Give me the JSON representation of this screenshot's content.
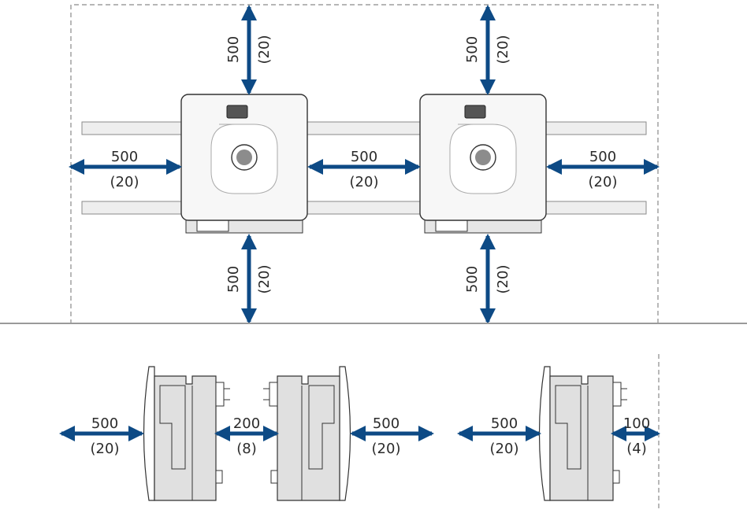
{
  "colors": {
    "arrow": "#0d4a85",
    "housing": "#f7f7f7",
    "housing_stroke": "#333333",
    "side_fill": "#e0e0e0",
    "rail": "#eeeeee",
    "dashed": "#8a8a8a",
    "floor": "#9a9a9a"
  },
  "top_view": {
    "clearances": [
      {
        "value": "500",
        "inch": "(20)"
      },
      {
        "value": "500",
        "inch": "(20)"
      },
      {
        "value": "500",
        "inch": "(20)"
      },
      {
        "value": "500",
        "inch": "(20)"
      },
      {
        "value": "500",
        "inch": "(20)"
      },
      {
        "value": "500",
        "inch": "(20)"
      },
      {
        "value": "500",
        "inch": "(20)"
      }
    ]
  },
  "side_view": {
    "clearances": [
      {
        "value": "500",
        "inch": "(20)"
      },
      {
        "value": "200",
        "inch": "(8)"
      },
      {
        "value": "500",
        "inch": "(20)"
      },
      {
        "value": "500",
        "inch": "(20)"
      },
      {
        "value": "100",
        "inch": "(4)"
      }
    ]
  }
}
